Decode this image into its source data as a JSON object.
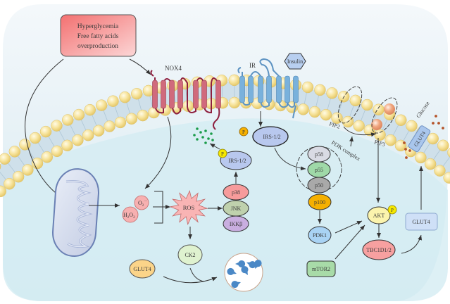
{
  "stimulus": {
    "lines": [
      "Hyperglycemia",
      "Free fatty acids",
      "overproduction"
    ]
  },
  "membrane_proteins": {
    "nox4": "NOX4",
    "ir": "IR",
    "insulin": "Insulin",
    "glut4_membrane": "GLUT4",
    "glucose": "Glucose"
  },
  "lipids": {
    "pip2": "PIP2",
    "pip3": "PIP3",
    "pi3k_complex": "PI3K complex"
  },
  "nodes": {
    "irs_top": "IRS-1/2",
    "irs_low": "IRS-1/2",
    "phospho": "P",
    "p58": "p58",
    "p55": "p55",
    "p50": "p50",
    "p100": "p100",
    "pdk1": "PDK1",
    "mtor2": "mTOR2",
    "akt": "AKT",
    "tbc1d1": "TBC1D1/2",
    "glut4_vesicle": "GLUT4",
    "p38": "p38",
    "jnk": "JNK",
    "ikkb": "IKKβ",
    "ros": "ROS",
    "ck2": "CK2",
    "glut4_left": "GLUT4",
    "o2": "O",
    "o2_sub": "2",
    "o2_sup": "·−",
    "h2o2_h": "H",
    "h2o2_2a": "2",
    "h2o2_o": "O",
    "h2o2_2b": "2"
  },
  "colors": {
    "stimulus_fill_start": "#f26d6d",
    "stimulus_fill_end": "#fbd0d0",
    "nox4": "#c9566a",
    "ir": "#6fa8d6",
    "lipid_head": "#f6e29a",
    "pip3_head": "#eea47f",
    "irs": "#b8c8ee",
    "phospho": "#f5e800",
    "p58": "#d9dbe4",
    "p55": "#9fd9a8",
    "p50": "#a9a9a9",
    "p100": "#f5b000",
    "pdk1": "#a9d3f4",
    "mtor2": "#a8dba8",
    "akt": "#fbf4ad",
    "tbc1d1": "#f7a0a0",
    "glut4_vesicle": "#cfe0f7",
    "p38": "#f79b9b",
    "jnk": "#bfd1ad",
    "ikkb": "#c9aee0",
    "ros": "#f9b4b4",
    "ck2": "#dff2cf",
    "glut4_left": "#fbd489",
    "cytoplasm": "#d4ecf2",
    "vesicle_dots": "#4a88c6"
  }
}
